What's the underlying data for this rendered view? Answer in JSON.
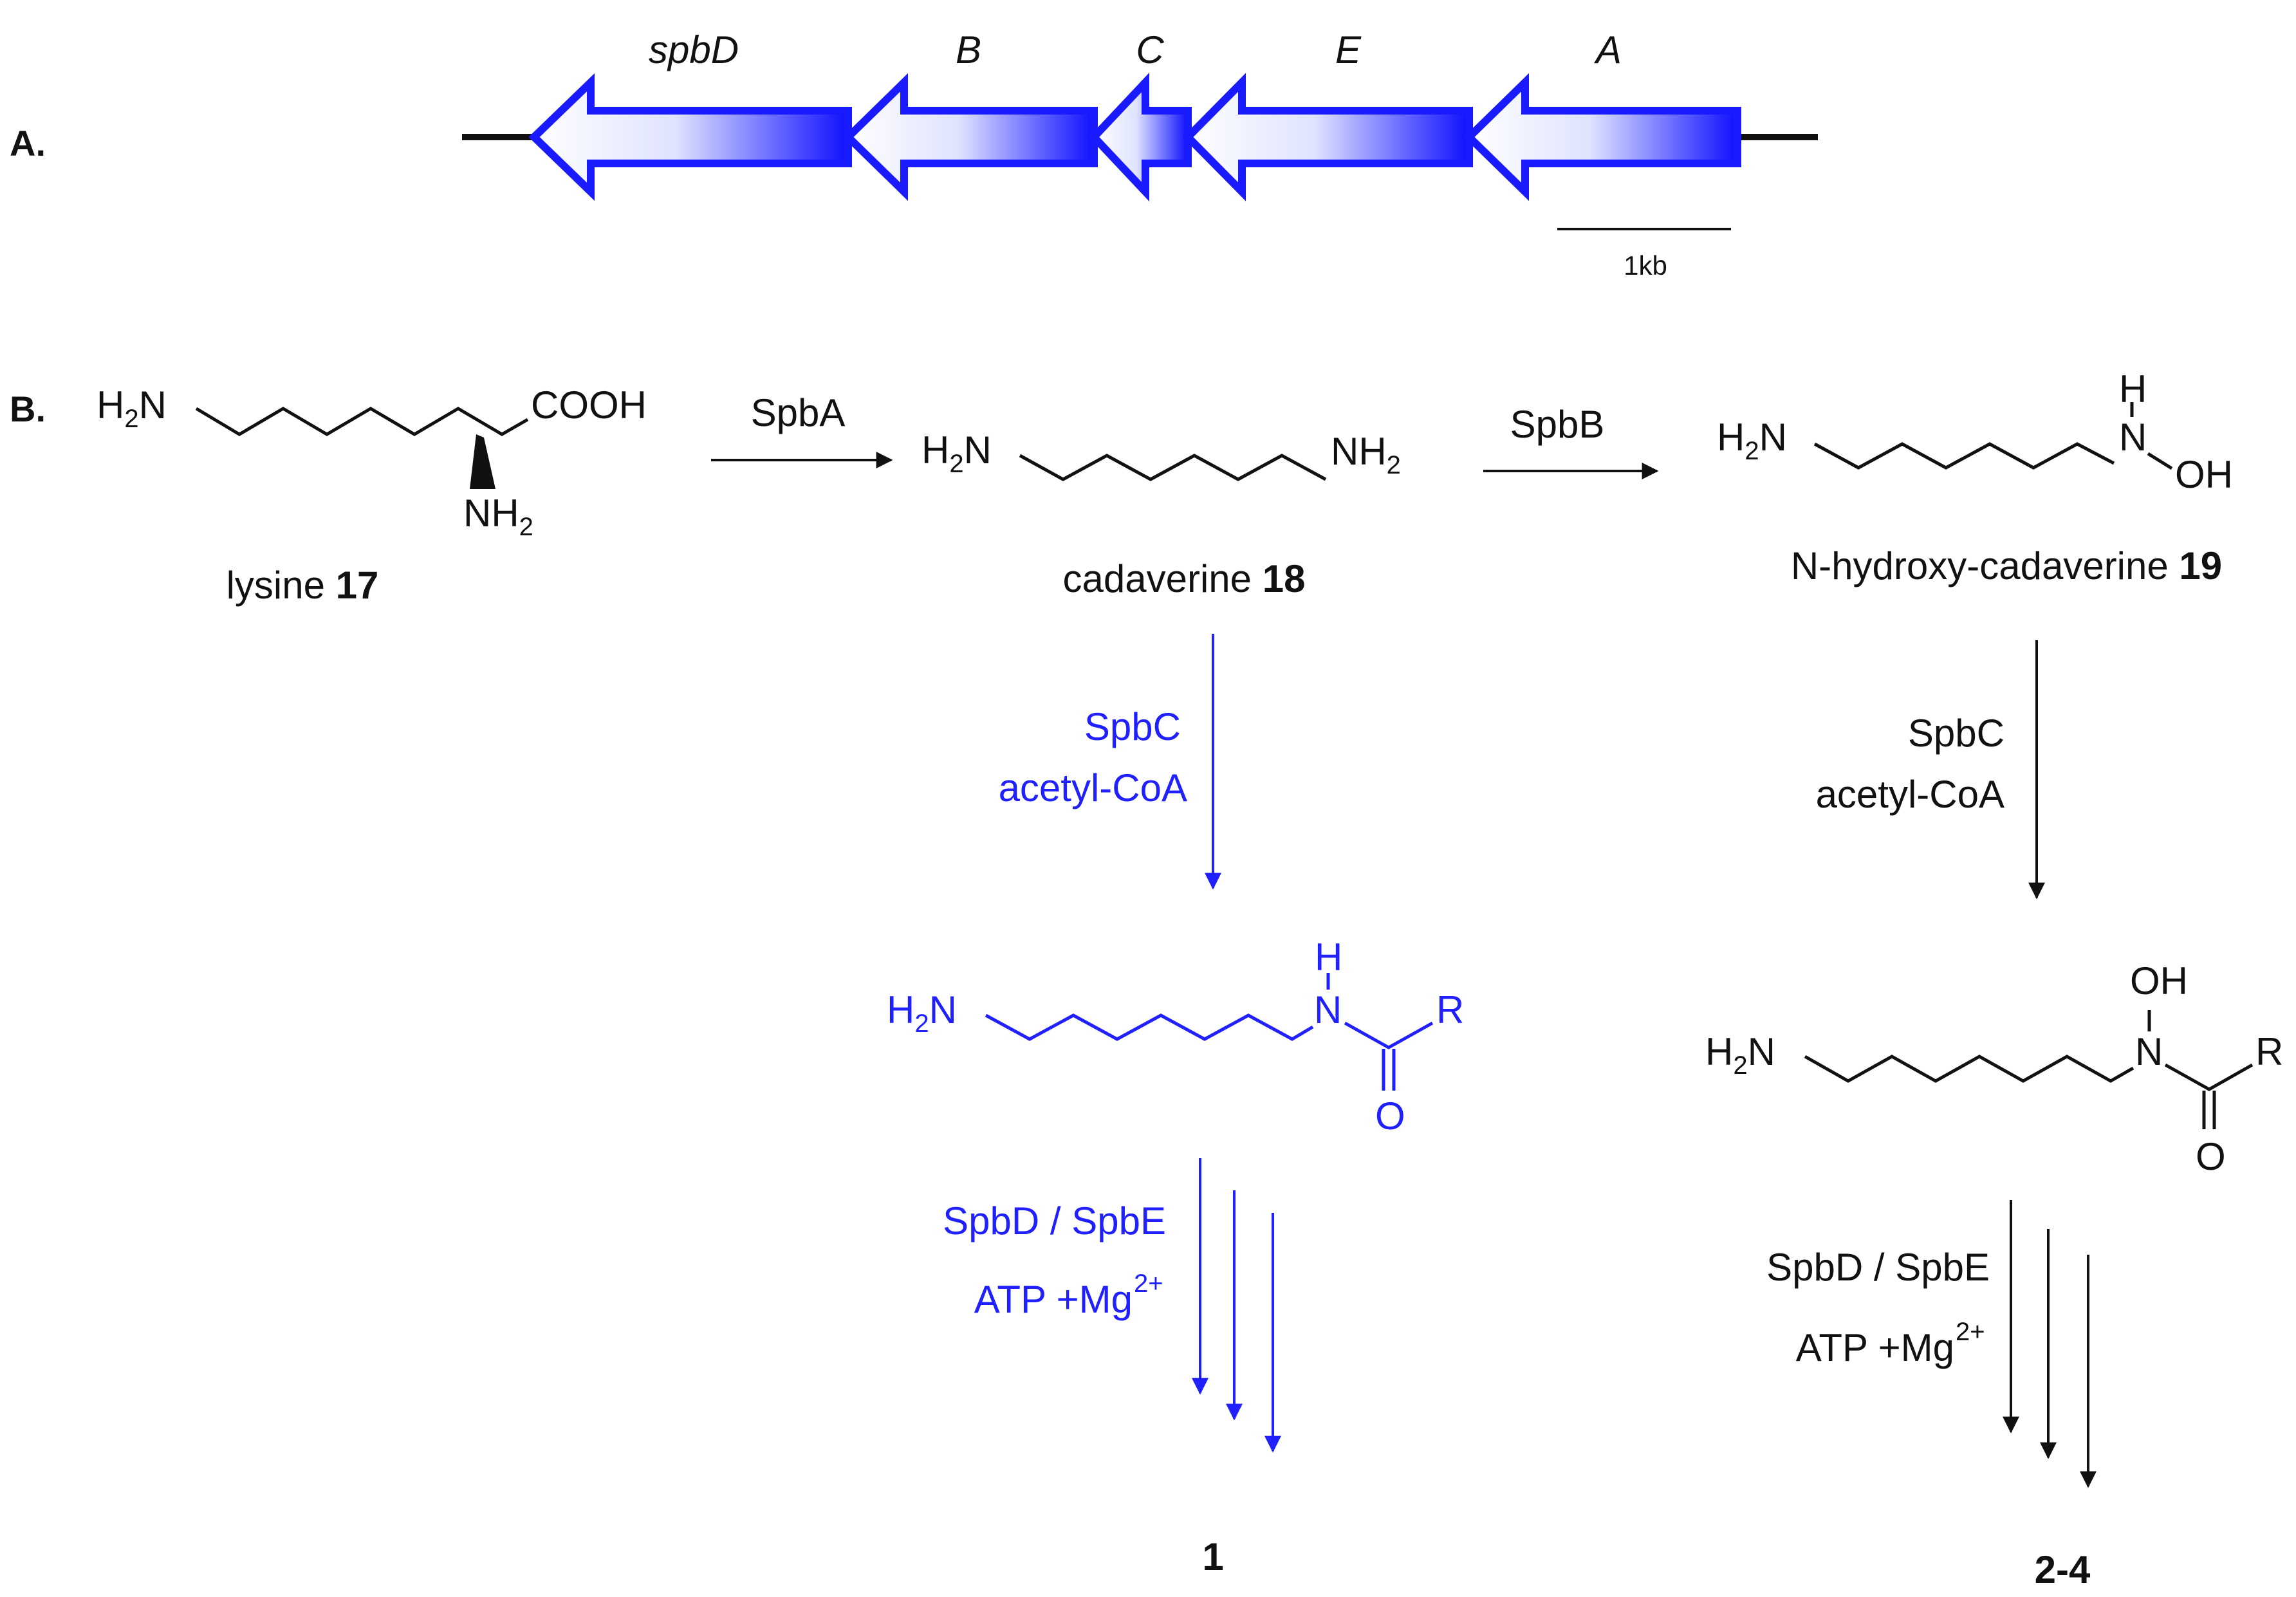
{
  "panel_a": {
    "label": "A.",
    "genes": [
      {
        "name": "spbD",
        "italic": true
      },
      {
        "name": "B",
        "italic": true
      },
      {
        "name": "C",
        "italic": true
      },
      {
        "name": "E",
        "italic": true
      },
      {
        "name": "A",
        "italic": true
      }
    ],
    "scale_bar_label": "1kb"
  },
  "panel_b": {
    "label": "B.",
    "lysine": {
      "h2n": "H2N",
      "cooh": "COOH",
      "nh2": "NH2",
      "name_text": "lysine",
      "number": "17"
    },
    "step1_enzyme": "SpbA",
    "cadaverine": {
      "h2n": "H2N",
      "nh2": "NH2",
      "name_text": "cadaverine",
      "number": "18"
    },
    "step2_enzyme": "SpbB",
    "hydroxycadaverine": {
      "h2n": "H2N",
      "h": "H",
      "n": "N",
      "oh": "OH",
      "name_text": "N-hydroxy-cadaverine",
      "number": "19"
    },
    "left_branch": {
      "enzyme": "SpbC",
      "cofactor": "acetyl-CoA",
      "product": {
        "h2n": "H2N",
        "h": "H",
        "n": "N",
        "r": "R",
        "o": "O"
      },
      "step_enzymes": "SpbD / SpbE",
      "step_cofactor": "ATP +Mg",
      "step_cofactor_sup": "2+",
      "final_product": "1"
    },
    "right_branch": {
      "enzyme": "SpbC",
      "cofactor": "acetyl-CoA",
      "product": {
        "h2n": "H2N",
        "oh": "OH",
        "n": "N",
        "r": "R",
        "o": "O"
      },
      "step_enzymes": "SpbD / SpbE",
      "step_cofactor": "ATP +Mg",
      "step_cofactor_sup": "2+",
      "final_product": "2-4"
    }
  },
  "colors": {
    "gene_blue": "#1a1aff",
    "pathway_blue": "#2020ff",
    "black": "#111111"
  }
}
